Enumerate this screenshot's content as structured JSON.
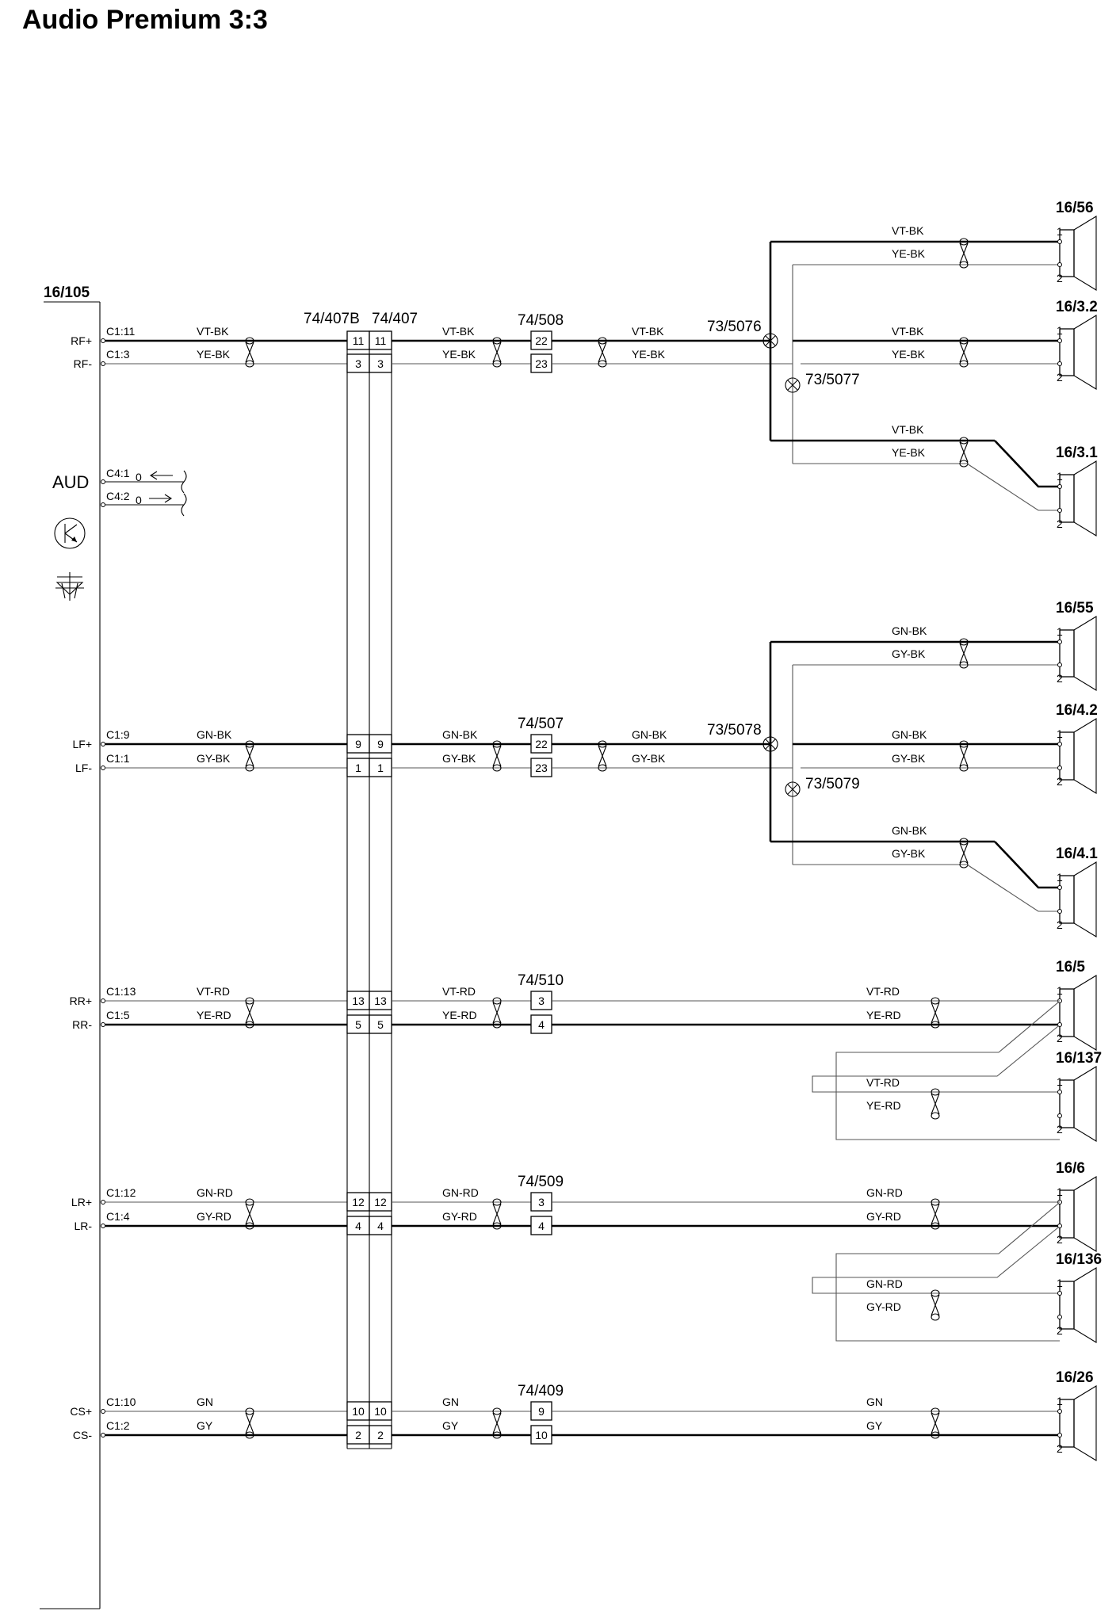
{
  "title": "Audio Premium 3:3",
  "module": {
    "name": "16/105",
    "aud_label": "AUD",
    "channels": [
      {
        "plus": "RF+",
        "minus": "RF-",
        "pin_plus": "C1:11",
        "pin_minus": "C1:3"
      },
      {
        "plus": "LF+",
        "minus": "LF-",
        "pin_plus": "C1:9",
        "pin_minus": "C1:1"
      },
      {
        "plus": "RR+",
        "minus": "RR-",
        "pin_plus": "C1:13",
        "pin_minus": "C1:5"
      },
      {
        "plus": "LR+",
        "minus": "LR-",
        "pin_plus": "C1:12",
        "pin_minus": "C1:4"
      },
      {
        "plus": "CS+",
        "minus": "CS-",
        "pin_plus": "C1:10",
        "pin_minus": "C1:2"
      }
    ],
    "aux_pins": [
      {
        "label": "C4:1",
        "sub": "0"
      },
      {
        "label": "C4:2",
        "sub": "0"
      }
    ]
  },
  "connector_main": {
    "left": "74/407B",
    "right": "74/407",
    "pins": [
      [
        "11",
        "11"
      ],
      [
        "3",
        "3"
      ],
      [
        "9",
        "9"
      ],
      [
        "1",
        "1"
      ],
      [
        "13",
        "13"
      ],
      [
        "5",
        "5"
      ],
      [
        "12",
        "12"
      ],
      [
        "4",
        "4"
      ],
      [
        "10",
        "10"
      ],
      [
        "2",
        "2"
      ]
    ]
  },
  "wires": [
    {
      "plus": "VT-BK",
      "minus": "YE-BK"
    },
    {
      "plus": "GN-BK",
      "minus": "GY-BK"
    },
    {
      "plus": "VT-RD",
      "minus": "YE-RD"
    },
    {
      "plus": "GN-RD",
      "minus": "GY-RD"
    },
    {
      "plus": "GN",
      "minus": "GY"
    }
  ],
  "connectors_mid": [
    {
      "name": "74/508",
      "pins": [
        "22",
        "23"
      ]
    },
    {
      "name": "74/507",
      "pins": [
        "22",
        "23"
      ]
    },
    {
      "name": "74/510",
      "pins": [
        "3",
        "4"
      ]
    },
    {
      "name": "74/509",
      "pins": [
        "3",
        "4"
      ]
    },
    {
      "name": "74/409",
      "pins": [
        "9",
        "10"
      ]
    }
  ],
  "splices": [
    "73/5076",
    "73/5077",
    "73/5078",
    "73/5079"
  ],
  "speakers": [
    {
      "name": "16/56",
      "p1": "1",
      "p2": "2"
    },
    {
      "name": "16/3.2",
      "p1": "1",
      "p2": "2"
    },
    {
      "name": "16/3.1",
      "p1": "1",
      "p2": "2"
    },
    {
      "name": "16/55",
      "p1": "1",
      "p2": "2"
    },
    {
      "name": "16/4.2",
      "p1": "1",
      "p2": "2"
    },
    {
      "name": "16/4.1",
      "p1": "1",
      "p2": "2"
    },
    {
      "name": "16/5",
      "p1": "1",
      "p2": "2"
    },
    {
      "name": "16/137",
      "p1": "1",
      "p2": "2"
    },
    {
      "name": "16/6",
      "p1": "1",
      "p2": "2"
    },
    {
      "name": "16/136",
      "p1": "1",
      "p2": "2"
    },
    {
      "name": "16/26",
      "p1": "1",
      "p2": "2"
    }
  ]
}
